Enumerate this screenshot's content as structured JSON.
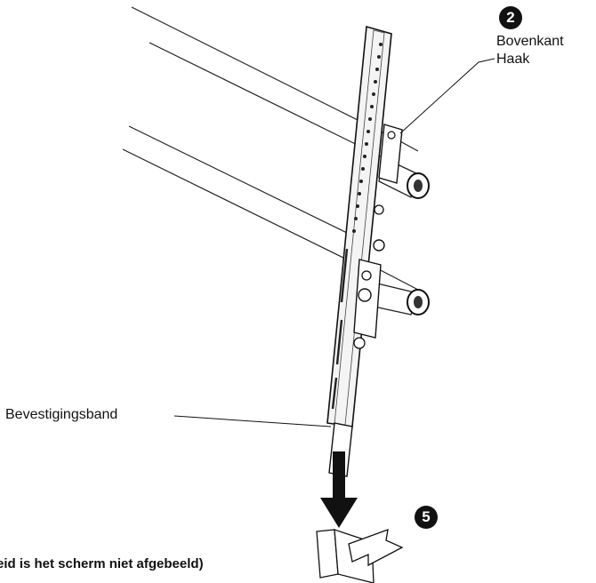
{
  "labels": {
    "top_hook_line1": "Bovenkant",
    "top_hook_line2": "Haak",
    "strap": "Bevestigingsband",
    "caption": "eid is het scherm niet afgebeeld)"
  },
  "steps": {
    "step_a": "2",
    "step_b": "5"
  }
}
